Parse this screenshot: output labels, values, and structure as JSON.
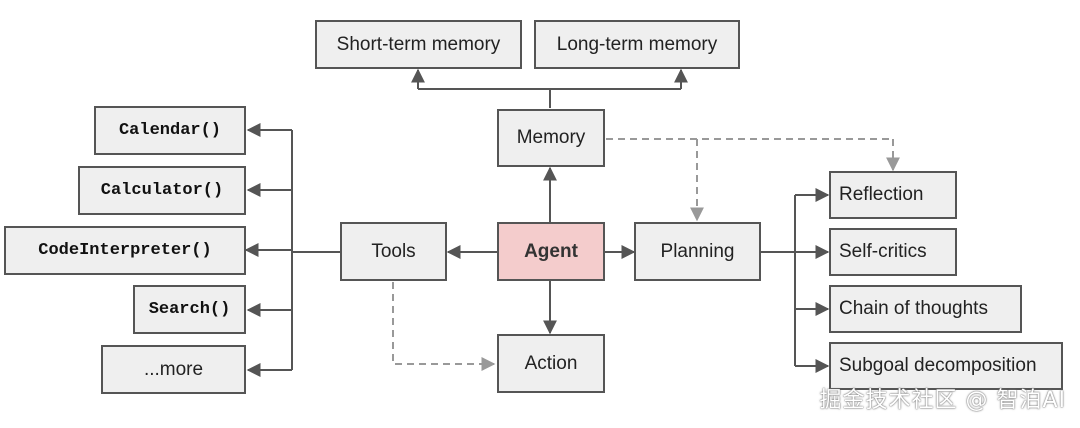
{
  "nodes": {
    "short_term_memory": "Short-term memory",
    "long_term_memory": "Long-term memory",
    "memory": "Memory",
    "agent": "Agent",
    "tools": "Tools",
    "planning": "Planning",
    "action": "Action",
    "calendar": "Calendar()",
    "calculator": "Calculator()",
    "code_interpreter": "CodeInterpreter()",
    "search": "Search()",
    "more": "...more",
    "reflection": "Reflection",
    "self_critics": "Self-critics",
    "chain_of_thoughts": "Chain of thoughts",
    "subgoal_decomposition": "Subgoal decomposition"
  },
  "watermark": "掘金技术社区 @ 智泊AI",
  "colors": {
    "node_fill": "#efefef",
    "node_border": "#555555",
    "agent_fill": "#f4cccc",
    "solid_edge": "#555555",
    "dashed_edge": "#999999"
  }
}
